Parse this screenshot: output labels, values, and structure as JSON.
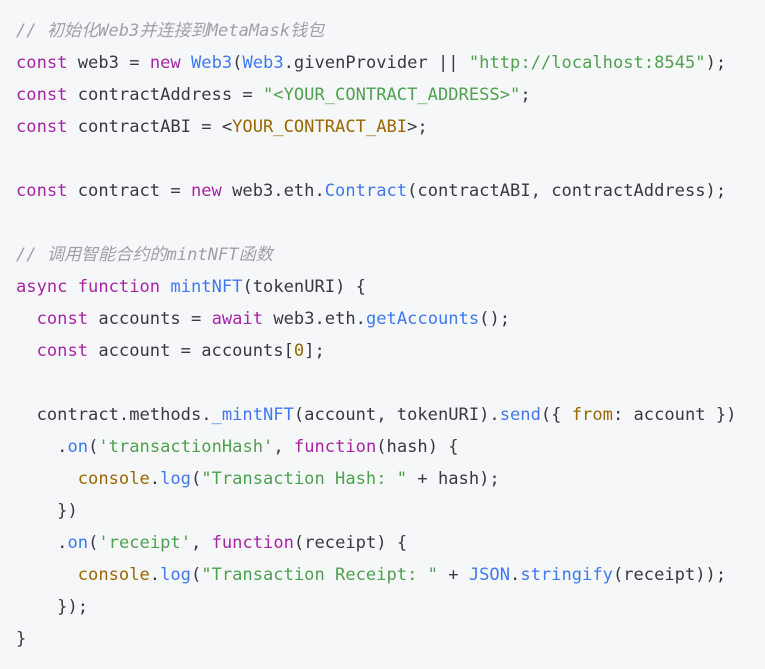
{
  "colors": {
    "background": "#f6f7f9",
    "comment": "#a0a1a7",
    "keyword": "#a626a4",
    "function": "#4078f2",
    "string": "#50a14f",
    "number": "#986801",
    "plain": "#383a42"
  },
  "code": {
    "lines": [
      [
        {
          "t": "comment",
          "v": "// 初始化Web3并连接到MetaMask钱包"
        }
      ],
      [
        {
          "t": "kw",
          "v": "const"
        },
        {
          "t": "plain",
          "v": " web3 = "
        },
        {
          "t": "kw",
          "v": "new"
        },
        {
          "t": "plain",
          "v": " "
        },
        {
          "t": "fn",
          "v": "Web3"
        },
        {
          "t": "plain",
          "v": "("
        },
        {
          "t": "fn",
          "v": "Web3"
        },
        {
          "t": "plain",
          "v": ".givenProvider || "
        },
        {
          "t": "str",
          "v": "\"http://localhost:8545\""
        },
        {
          "t": "plain",
          "v": ");"
        }
      ],
      [
        {
          "t": "kw",
          "v": "const"
        },
        {
          "t": "plain",
          "v": " contractAddress = "
        },
        {
          "t": "str",
          "v": "\"<YOUR_CONTRACT_ADDRESS>\""
        },
        {
          "t": "plain",
          "v": ";"
        }
      ],
      [
        {
          "t": "kw",
          "v": "const"
        },
        {
          "t": "plain",
          "v": " contractABI = <"
        },
        {
          "t": "num",
          "v": "YOUR_CONTRACT_ABI"
        },
        {
          "t": "plain",
          "v": ">;"
        }
      ],
      [],
      [
        {
          "t": "kw",
          "v": "const"
        },
        {
          "t": "plain",
          "v": " contract = "
        },
        {
          "t": "kw",
          "v": "new"
        },
        {
          "t": "plain",
          "v": " web3.eth."
        },
        {
          "t": "fn",
          "v": "Contract"
        },
        {
          "t": "plain",
          "v": "(contractABI, contractAddress);"
        }
      ],
      [],
      [
        {
          "t": "comment",
          "v": "// 调用智能合约的mintNFT函数"
        }
      ],
      [
        {
          "t": "kw",
          "v": "async"
        },
        {
          "t": "plain",
          "v": " "
        },
        {
          "t": "kw",
          "v": "function"
        },
        {
          "t": "plain",
          "v": " "
        },
        {
          "t": "fn",
          "v": "mintNFT"
        },
        {
          "t": "plain",
          "v": "(tokenURI) {"
        }
      ],
      [
        {
          "t": "plain",
          "v": "  "
        },
        {
          "t": "kw",
          "v": "const"
        },
        {
          "t": "plain",
          "v": " accounts = "
        },
        {
          "t": "kw",
          "v": "await"
        },
        {
          "t": "plain",
          "v": " web3.eth."
        },
        {
          "t": "fn",
          "v": "getAccounts"
        },
        {
          "t": "plain",
          "v": "();"
        }
      ],
      [
        {
          "t": "plain",
          "v": "  "
        },
        {
          "t": "kw",
          "v": "const"
        },
        {
          "t": "plain",
          "v": " account = accounts["
        },
        {
          "t": "num",
          "v": "0"
        },
        {
          "t": "plain",
          "v": "];"
        }
      ],
      [],
      [
        {
          "t": "plain",
          "v": "  contract.methods."
        },
        {
          "t": "fn",
          "v": "_mintNFT"
        },
        {
          "t": "plain",
          "v": "(account, tokenURI)."
        },
        {
          "t": "fn",
          "v": "send"
        },
        {
          "t": "plain",
          "v": "({ "
        },
        {
          "t": "num",
          "v": "from"
        },
        {
          "t": "plain",
          "v": ": account })"
        }
      ],
      [
        {
          "t": "plain",
          "v": "    ."
        },
        {
          "t": "fn",
          "v": "on"
        },
        {
          "t": "plain",
          "v": "("
        },
        {
          "t": "str",
          "v": "'transactionHash'"
        },
        {
          "t": "plain",
          "v": ", "
        },
        {
          "t": "kw",
          "v": "function"
        },
        {
          "t": "plain",
          "v": "(hash) {"
        }
      ],
      [
        {
          "t": "plain",
          "v": "      "
        },
        {
          "t": "num",
          "v": "console"
        },
        {
          "t": "plain",
          "v": "."
        },
        {
          "t": "fn",
          "v": "log"
        },
        {
          "t": "plain",
          "v": "("
        },
        {
          "t": "str",
          "v": "\"Transaction Hash: \""
        },
        {
          "t": "plain",
          "v": " + hash);"
        }
      ],
      [
        {
          "t": "plain",
          "v": "    })"
        }
      ],
      [
        {
          "t": "plain",
          "v": "    ."
        },
        {
          "t": "fn",
          "v": "on"
        },
        {
          "t": "plain",
          "v": "("
        },
        {
          "t": "str",
          "v": "'receipt'"
        },
        {
          "t": "plain",
          "v": ", "
        },
        {
          "t": "kw",
          "v": "function"
        },
        {
          "t": "plain",
          "v": "(receipt) {"
        }
      ],
      [
        {
          "t": "plain",
          "v": "      "
        },
        {
          "t": "num",
          "v": "console"
        },
        {
          "t": "plain",
          "v": "."
        },
        {
          "t": "fn",
          "v": "log"
        },
        {
          "t": "plain",
          "v": "("
        },
        {
          "t": "str",
          "v": "\"Transaction Receipt: \""
        },
        {
          "t": "plain",
          "v": " + "
        },
        {
          "t": "fn",
          "v": "JSON"
        },
        {
          "t": "plain",
          "v": "."
        },
        {
          "t": "fn",
          "v": "stringify"
        },
        {
          "t": "plain",
          "v": "(receipt));"
        }
      ],
      [
        {
          "t": "plain",
          "v": "    });"
        }
      ],
      [
        {
          "t": "plain",
          "v": "}"
        }
      ]
    ]
  }
}
